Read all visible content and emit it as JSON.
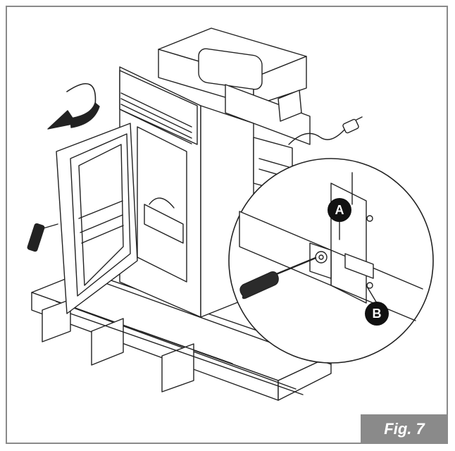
{
  "figure": {
    "caption": "Fig. 7",
    "callouts": {
      "a": "A",
      "b": "B"
    },
    "colors": {
      "frame": "#8a8a8a",
      "caption_bg": "#8a8a8a",
      "badge": "#111111",
      "line": "#222222"
    },
    "icons": [
      "curved-arrow-icon",
      "screwdriver-icon",
      "power-plug-icon"
    ]
  }
}
